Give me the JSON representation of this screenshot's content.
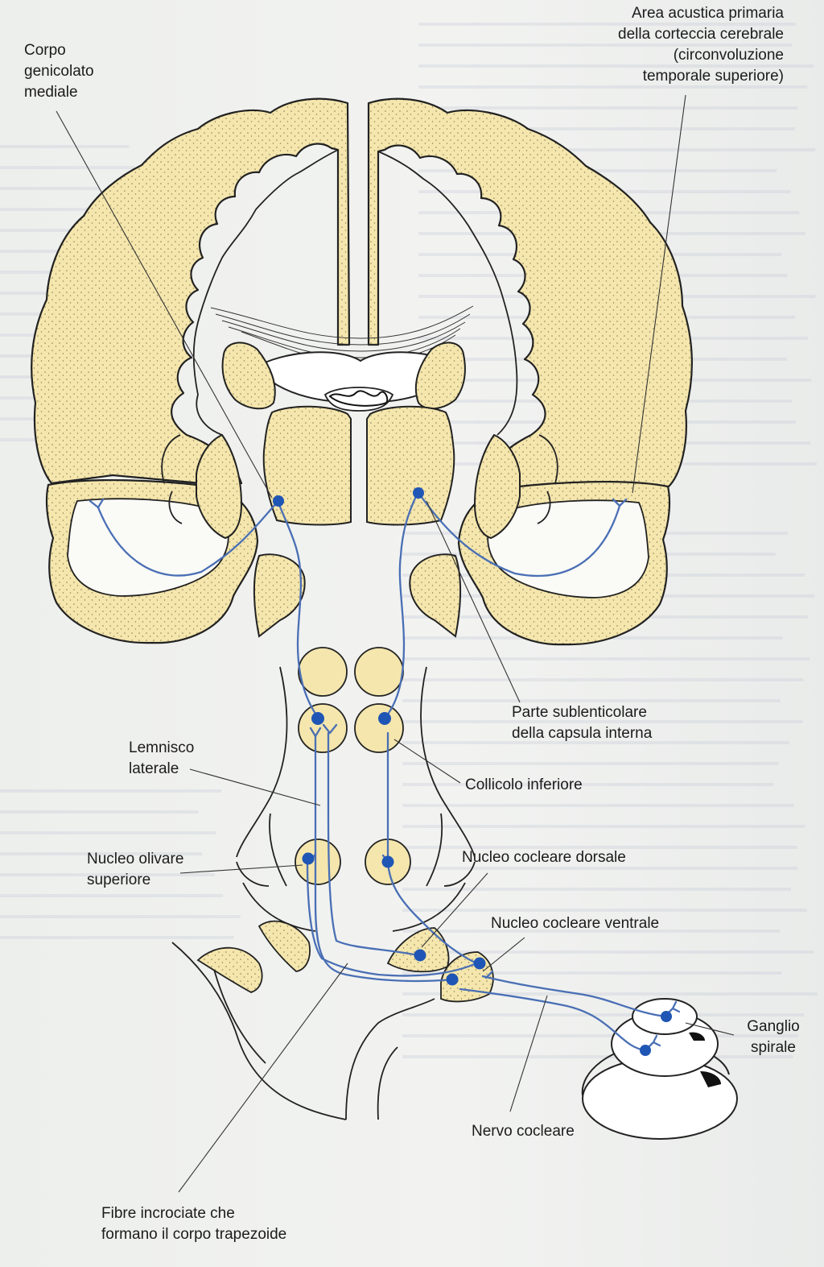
{
  "labels": {
    "corpo_genicolato": [
      "Corpo",
      "genicolato",
      "mediale"
    ],
    "area_acustica": [
      "Area acustica primaria",
      "della corteccia cerebrale",
      "(circonvoluzione",
      "temporale superiore)"
    ],
    "parte_sublenticolare": [
      "Parte sublenticolare",
      "della capsula interna"
    ],
    "lemnisco_laterale": [
      "Lemnisco",
      "laterale"
    ],
    "collicolo_inferiore": "Collicolo inferiore",
    "nucleo_olivare": [
      "Nucleo olivare",
      "superiore"
    ],
    "nucleo_cocleare_dorsale": "Nucleo cocleare dorsale",
    "nucleo_cocleare_ventrale": "Nucleo cocleare ventrale",
    "ganglio_spirale": [
      "Ganglio",
      "spirale"
    ],
    "nervo_cocleare": "Nervo cocleare",
    "fibre_incrociate": [
      "Fibre incrociate che",
      "formano il corpo trapezoide"
    ]
  },
  "colors": {
    "tissue": "#f4e6ad",
    "outline": "#222222",
    "pathway": "#4a6fb5",
    "neuron": "#1f56b5",
    "leader": "#333333"
  }
}
